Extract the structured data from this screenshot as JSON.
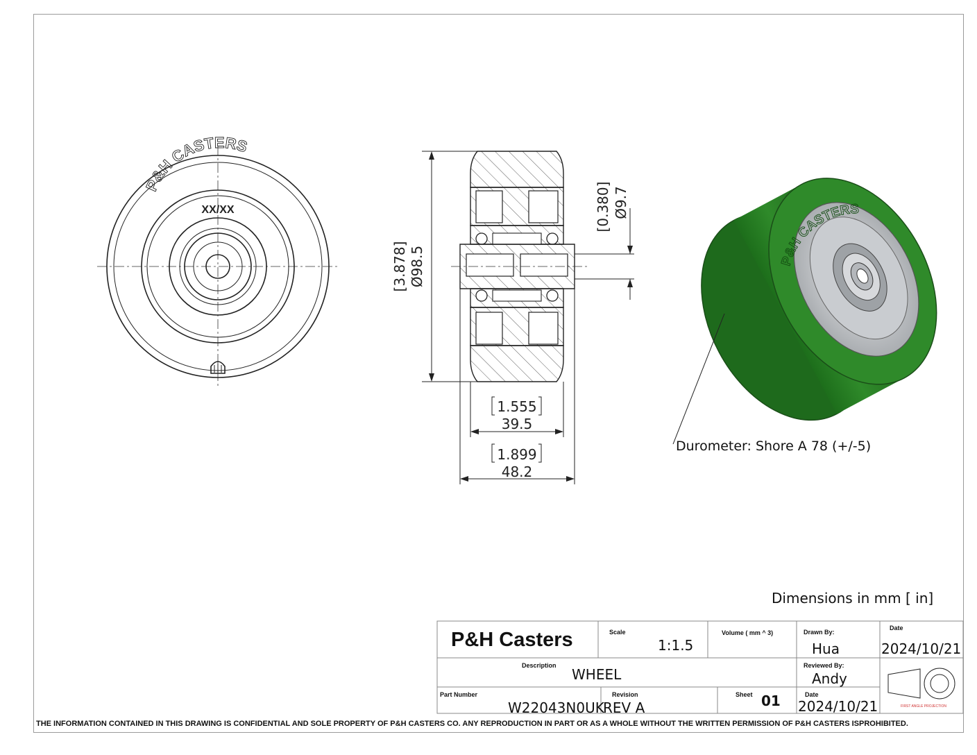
{
  "front_view": {
    "brand_text": "P&H CASTERS",
    "date_code": "XX/XX"
  },
  "section_view": {
    "dim_diameter_in": "[3.878]",
    "dim_diameter_mm": "Ø98.5",
    "dim_bore_in": "[0.380]",
    "dim_bore_mm": "Ø9.7",
    "dim_hub_width_in": "1.555",
    "dim_hub_width_mm": "39.5",
    "dim_overall_width_in": "1.899",
    "dim_overall_width_mm": "48.2"
  },
  "iso_view": {
    "brand_text": "P&H CASTERS",
    "tread_color": "#2f8a2a",
    "hub_color": "#b9bcc0"
  },
  "notes": {
    "durometer": "Durometer: Shore A 78 (+/-5)",
    "units": "Dimensions in mm [ in]"
  },
  "title_block": {
    "company": "P&H Casters",
    "scale_label": "Scale",
    "scale_value": "1:1.5",
    "volume_label": "Volume ( mm ^ 3)",
    "volume_value": "",
    "drawn_by_label": "Drawn By:",
    "drawn_by_value": "Hua",
    "date_label": "Date",
    "date_value": "2024/10/21",
    "description_label": "Description",
    "description_value": "WHEEL",
    "reviewed_by_label": "Reviewed By:",
    "reviewed_by_value": "Andy",
    "part_number_label": "Part Number",
    "part_number_value": "W22043N0UK",
    "revision_label": "Revision",
    "revision_value": "REV A",
    "sheet_label": "Sheet",
    "sheet_value": "01",
    "date2_label": "Date",
    "date2_value": "2024/10/21",
    "projection_label": "FIRST ANGLE PROJECTION"
  },
  "footer": {
    "notice": "THE INFORMATION CONTAINED IN THIS DRAWING IS CONFIDENTIAL AND SOLE PROPERTY OF P&H CASTERS CO.  ANY REPRODUCTION IN PART OR AS A WHOLE WITHOUT THE WRITTEN PERMISSION OF P&H CASTERS ISPROHIBITED."
  }
}
